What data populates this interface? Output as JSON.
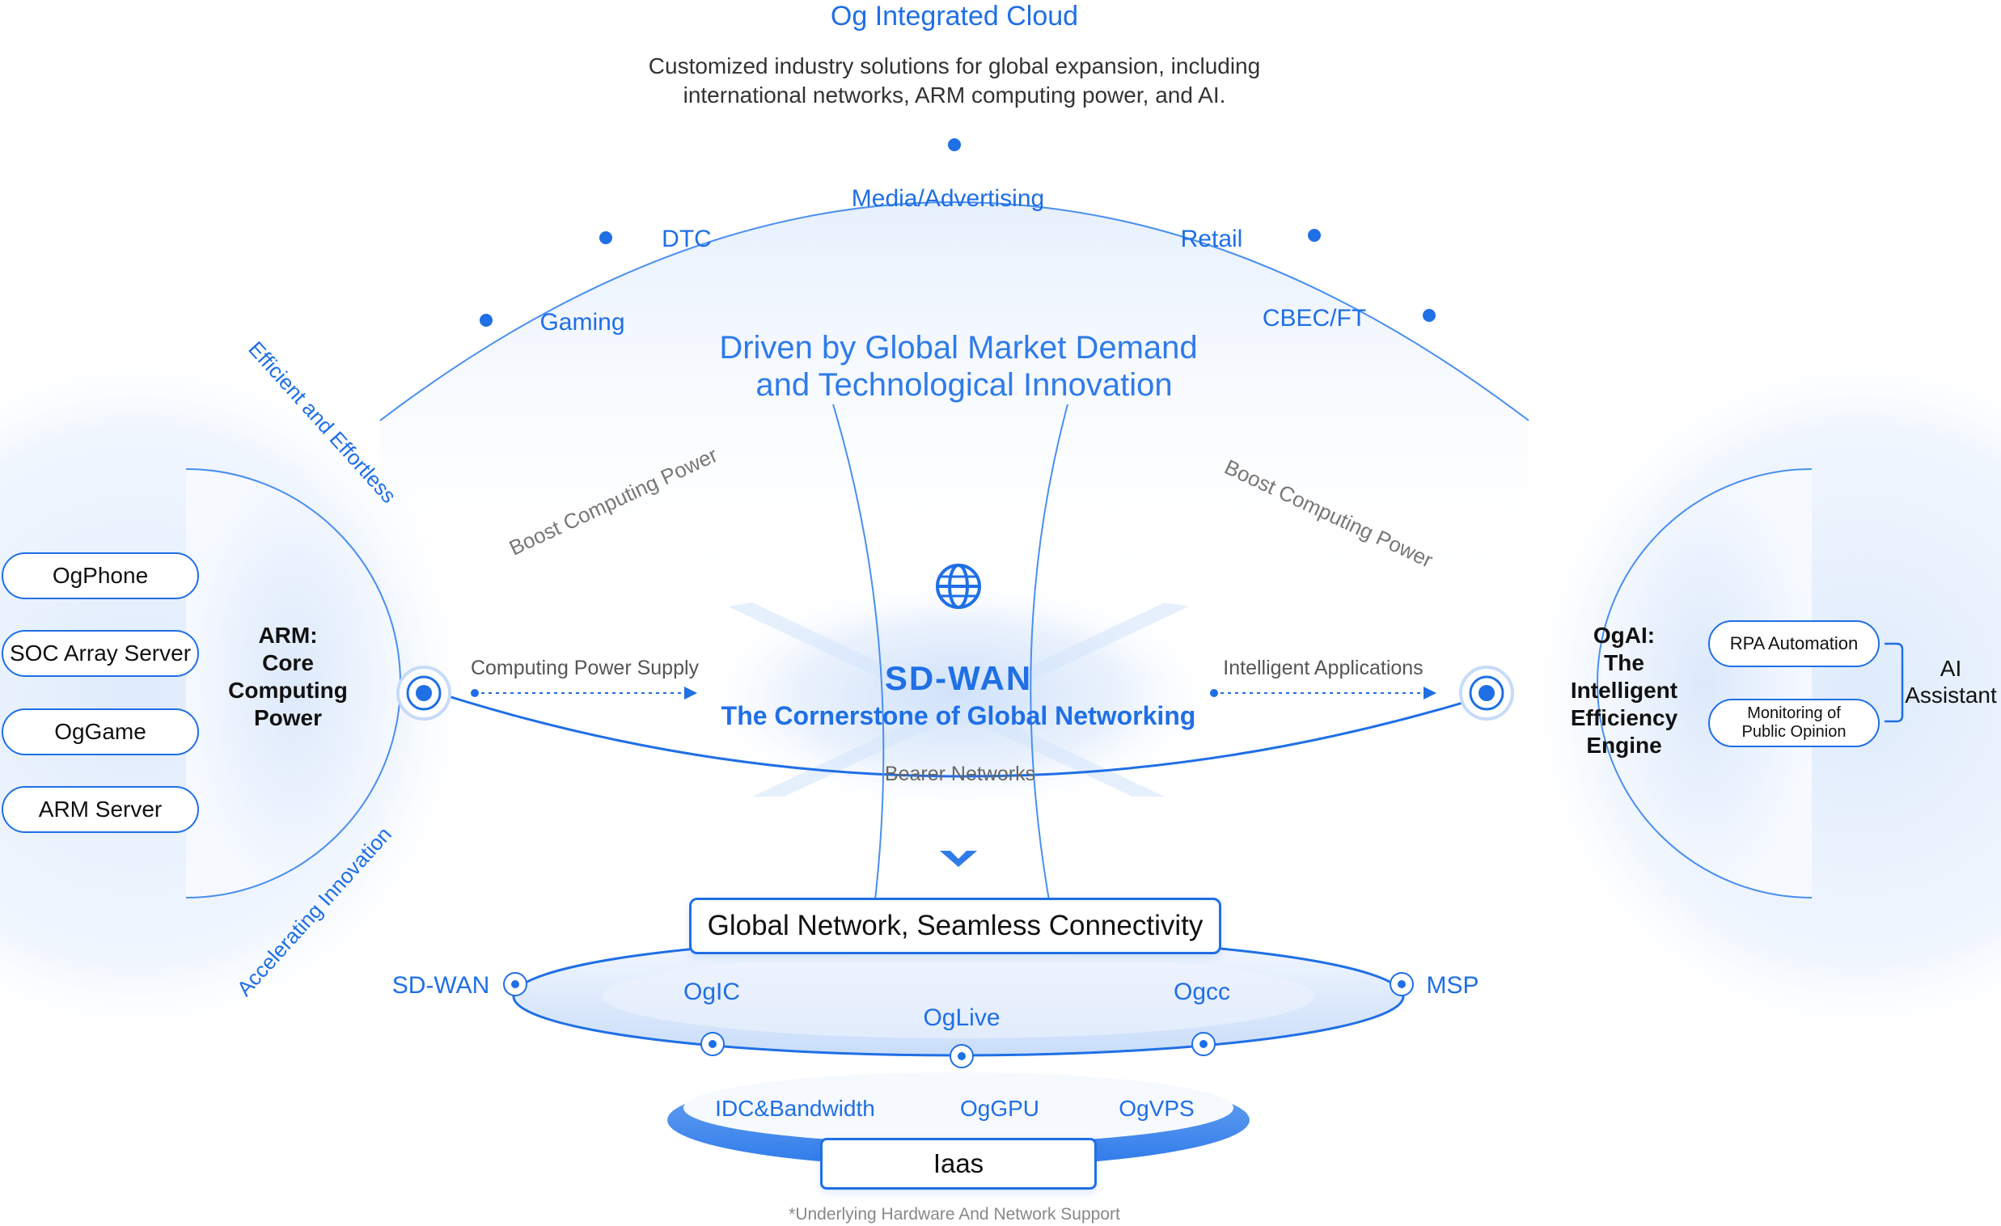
{
  "header": {
    "title": "Og Integrated Cloud",
    "subtitle_line1": "Customized industry solutions for global expansion, including",
    "subtitle_line2": "international networks, ARM computing power, and AI."
  },
  "top_arc": {
    "industries": {
      "media": "Media/Advertising",
      "dtc": "DTC",
      "retail": "Retail",
      "gaming": "Gaming",
      "cbec": "CBEC/FT"
    },
    "driver_line1": "Driven by Global Market Demand",
    "driver_line2": "and Technological Innovation"
  },
  "left_side": {
    "arc_top_label": "Efficient and Effortless",
    "arc_bottom_label": "Accelerating Innovation",
    "items": [
      "OgPhone",
      "SOC Array Server",
      "OgGame",
      "ARM Server"
    ],
    "core_title": [
      "ARM:",
      "Core",
      "Computing",
      "Power"
    ],
    "boost_label": "Boost Computing Power",
    "flow_label": "Computing Power Supply"
  },
  "right_side": {
    "core_title": [
      "OgAI:",
      "The",
      "Intelligent",
      "Efficiency",
      "Engine"
    ],
    "items": [
      {
        "line1": "RPA Automation",
        "line2": ""
      },
      {
        "line1": "Monitoring of",
        "line2": "Public Opinion"
      }
    ],
    "assistant_line1": "AI",
    "assistant_line2": "Assistant",
    "boost_label": "Boost Computing Power",
    "flow_label": "Intelligent Applications"
  },
  "center": {
    "title": "SD-WAN",
    "subtitle": "The Cornerstone of Global Networking",
    "bearer_label": "Bearer Networks",
    "icon": "globe-icon"
  },
  "network": {
    "banner": "Global Network, Seamless Connectivity",
    "nodes": {
      "sdwan": "SD-WAN",
      "ogic": "OgIC",
      "oglive": "OgLive",
      "ogcc": "Ogcc",
      "msp": "MSP"
    }
  },
  "iaas": {
    "items": [
      "IDC&Bandwidth",
      "OgGPU",
      "OgVPS"
    ],
    "label": "Iaas"
  },
  "footnote": "*Underlying Hardware And Network Support",
  "colors": {
    "primary": "#1f6fe5",
    "light": "#dbe9fc",
    "text": "#111111",
    "muted": "#777777"
  }
}
